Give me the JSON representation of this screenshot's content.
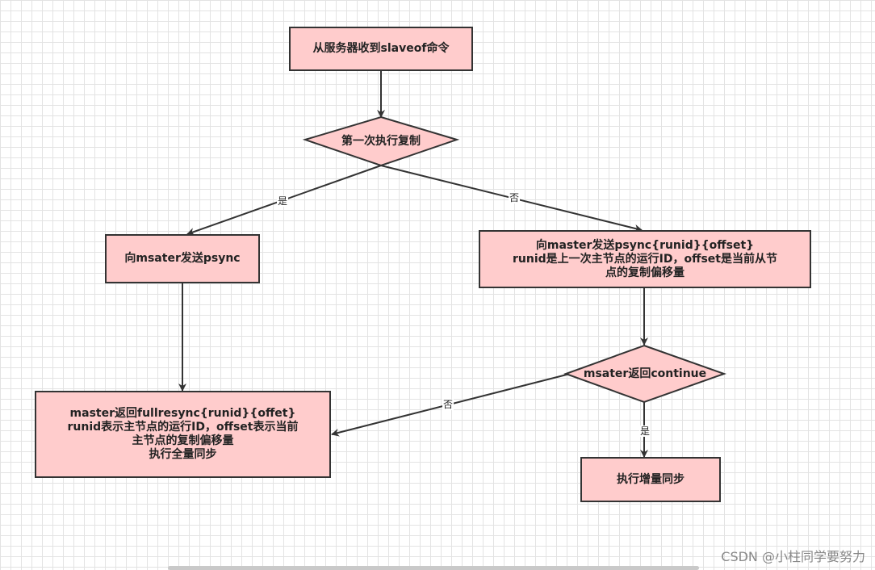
{
  "nodes": {
    "start": "从服务器收到slaveof命令",
    "first_time": "第一次执行复制",
    "send_psync": "向msater发送psync",
    "send_psync_args": "向master发送psync{runid}{offset}\nrunid是上一次主节点的运行ID，offset是当前从节\n点的复制偏移量",
    "full_resync": "master返回fullresync{runid}{offet}\nrunid表示主节点的运行ID，offset表示当前\n主节点的复制偏移量\n执行全量同步",
    "continue_check": "msater返回continue",
    "partial_sync": "执行增量同步"
  },
  "edge_labels": {
    "yes_left": "是",
    "no_right": "否",
    "no_continue": "否",
    "yes_continue": "是"
  },
  "watermark": "CSDN @小柱同学要努力",
  "colors": {
    "node_fill": "#ffcccc",
    "node_stroke": "#333333",
    "edge": "#333333"
  }
}
